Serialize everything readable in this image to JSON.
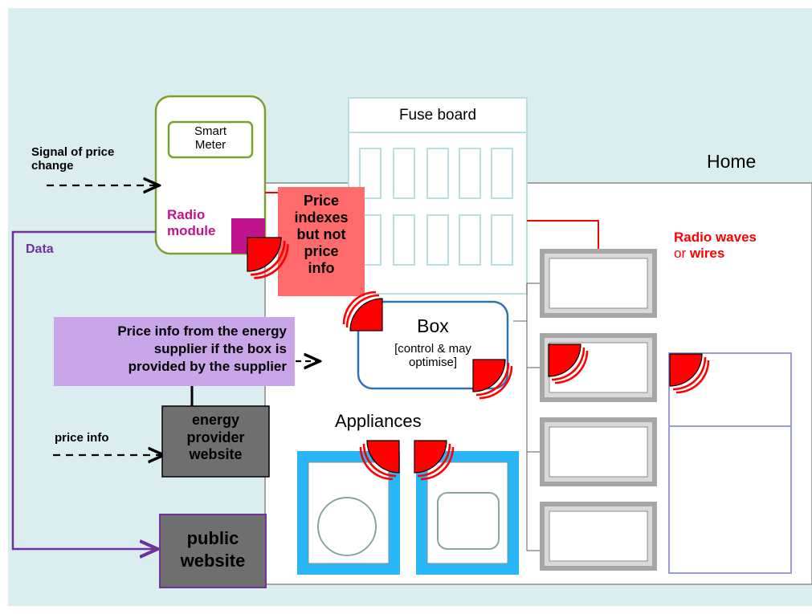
{
  "labels": {
    "smart_meter": [
      "Smart",
      "Meter"
    ],
    "radio_module": [
      "Radio",
      "module"
    ],
    "signal": [
      "Signal of price",
      "change"
    ],
    "data": "Data",
    "fuse_board": "Fuse board",
    "home": "Home",
    "price_indexes": [
      "Price",
      "indexes",
      "but not",
      "price",
      "info"
    ],
    "radio_waves": "Radio waves",
    "or": "or",
    "wires": "wires",
    "box_title": "Box",
    "box_sub": [
      "[control & may",
      "optimise]"
    ],
    "price_info_supplier": [
      "Price info from the energy",
      "supplier if the box is",
      "provided by the supplier"
    ],
    "appliances": "Appliances",
    "price_info": "price info",
    "energy_provider": [
      "energy",
      "provider",
      "website"
    ],
    "public_website": [
      "public",
      "website"
    ]
  },
  "colors": {
    "background": "#daeef0",
    "home_fill": "#ffffff",
    "meter_border": "#7aa12e",
    "radio_module": "#c0148c",
    "data_line": "#7030a0",
    "red": "#ff0000",
    "price_box": "#ff6b6b",
    "box_border": "#2e74b5",
    "lavender": "#c9a6e8",
    "gray_box": "#6f6f6f",
    "appliance_blue": "#29b6f6",
    "fuse_border": "#b7dfe0"
  }
}
